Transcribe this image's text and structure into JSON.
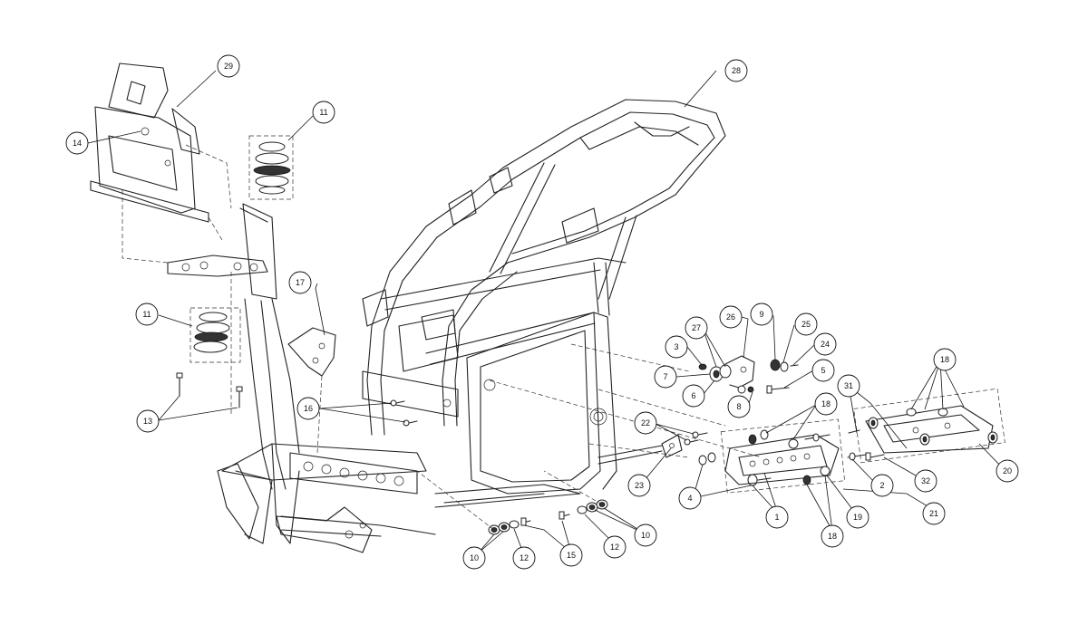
{
  "diagram": {
    "callouts": [
      {
        "id": "c29",
        "label": "29"
      },
      {
        "id": "c14",
        "label": "14"
      },
      {
        "id": "c11a",
        "label": "11"
      },
      {
        "id": "c11b",
        "label": "11"
      },
      {
        "id": "c13",
        "label": "13"
      },
      {
        "id": "c17",
        "label": "17"
      },
      {
        "id": "c16",
        "label": "16"
      },
      {
        "id": "c28",
        "label": "28"
      },
      {
        "id": "c27",
        "label": "27"
      },
      {
        "id": "c26",
        "label": "26"
      },
      {
        "id": "c9",
        "label": "9"
      },
      {
        "id": "c25",
        "label": "25"
      },
      {
        "id": "c3",
        "label": "3"
      },
      {
        "id": "c24",
        "label": "24"
      },
      {
        "id": "c7",
        "label": "7"
      },
      {
        "id": "c5",
        "label": "5"
      },
      {
        "id": "c6",
        "label": "6"
      },
      {
        "id": "c8",
        "label": "8"
      },
      {
        "id": "c18a",
        "label": "18"
      },
      {
        "id": "c18b",
        "label": "18"
      },
      {
        "id": "c31",
        "label": "31"
      },
      {
        "id": "c22",
        "label": "22"
      },
      {
        "id": "c23",
        "label": "23"
      },
      {
        "id": "c4",
        "label": "4"
      },
      {
        "id": "c32",
        "label": "32"
      },
      {
        "id": "c2",
        "label": "2"
      },
      {
        "id": "c20",
        "label": "20"
      },
      {
        "id": "c1",
        "label": "1"
      },
      {
        "id": "c19",
        "label": "19"
      },
      {
        "id": "c21",
        "label": "21"
      },
      {
        "id": "c18c",
        "label": "18"
      },
      {
        "id": "c10a",
        "label": "10"
      },
      {
        "id": "c12a",
        "label": "12"
      },
      {
        "id": "c15",
        "label": "15"
      },
      {
        "id": "c12b",
        "label": "12"
      },
      {
        "id": "c10b",
        "label": "10"
      }
    ]
  }
}
